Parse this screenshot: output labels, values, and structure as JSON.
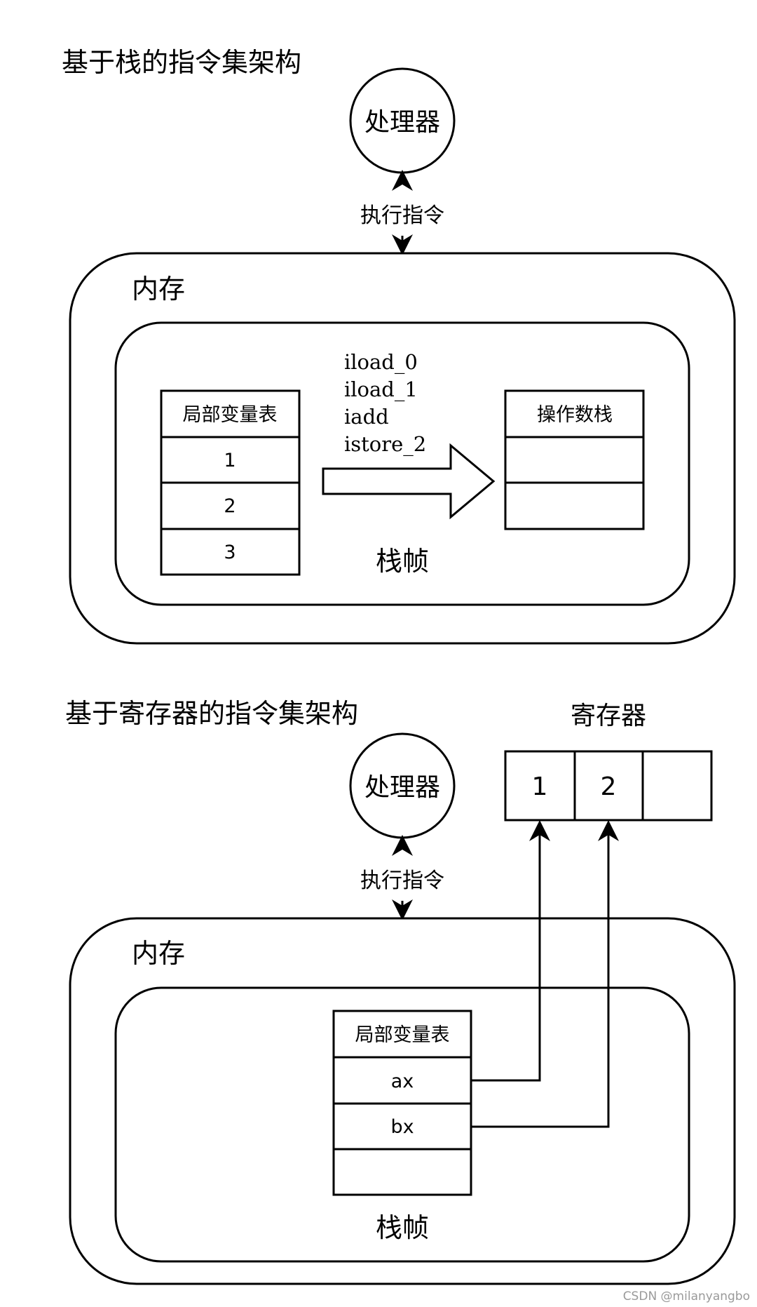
{
  "stack_arch": {
    "title": "基于栈的指令集架构",
    "processor": "处理器",
    "execute_label": "执行指令",
    "memory_label": "内存",
    "frame_label": "栈帧",
    "local_vars": {
      "header": "局部变量表",
      "rows": [
        "1",
        "2",
        "3"
      ]
    },
    "instructions": [
      "iload_0",
      "iload_1",
      "iadd",
      "istore_2"
    ],
    "operand_stack": {
      "header": "操作数栈",
      "rows": [
        "",
        ""
      ]
    }
  },
  "register_arch": {
    "title": "基于寄存器的指令集架构",
    "processor": "处理器",
    "execute_label": "执行指令",
    "memory_label": "内存",
    "frame_label": "栈帧",
    "registers_label": "寄存器",
    "registers": [
      "1",
      "2",
      ""
    ],
    "local_vars": {
      "header": "局部变量表",
      "rows": [
        "ax",
        "bx",
        ""
      ]
    }
  },
  "watermark": "CSDN @milanyangbo"
}
